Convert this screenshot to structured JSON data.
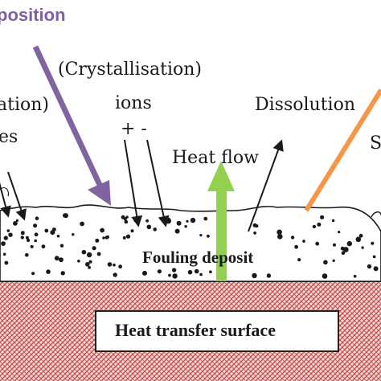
{
  "diagram": {
    "labels": {
      "deposition": "position",
      "crystallisation": "(Crystallisation)",
      "ions": "ions",
      "charges": "+ -",
      "left_partial_1": "ation)",
      "left_partial_2": "es",
      "heat_flow": "Heat flow",
      "dissolution": "Dissolution",
      "right_partial": "S",
      "fouling_deposit": "Fouling deposit",
      "heat_transfer_surface": "Heat transfer surface"
    },
    "colors": {
      "deposition_arrow": "#8064A2",
      "heat_flow_arrow": "#92D050",
      "right_arrow": "#F79646",
      "surface_hatch": "#C0504D",
      "deposition_text": "#7F5FA6",
      "ink": "#1a1a1a"
    }
  }
}
